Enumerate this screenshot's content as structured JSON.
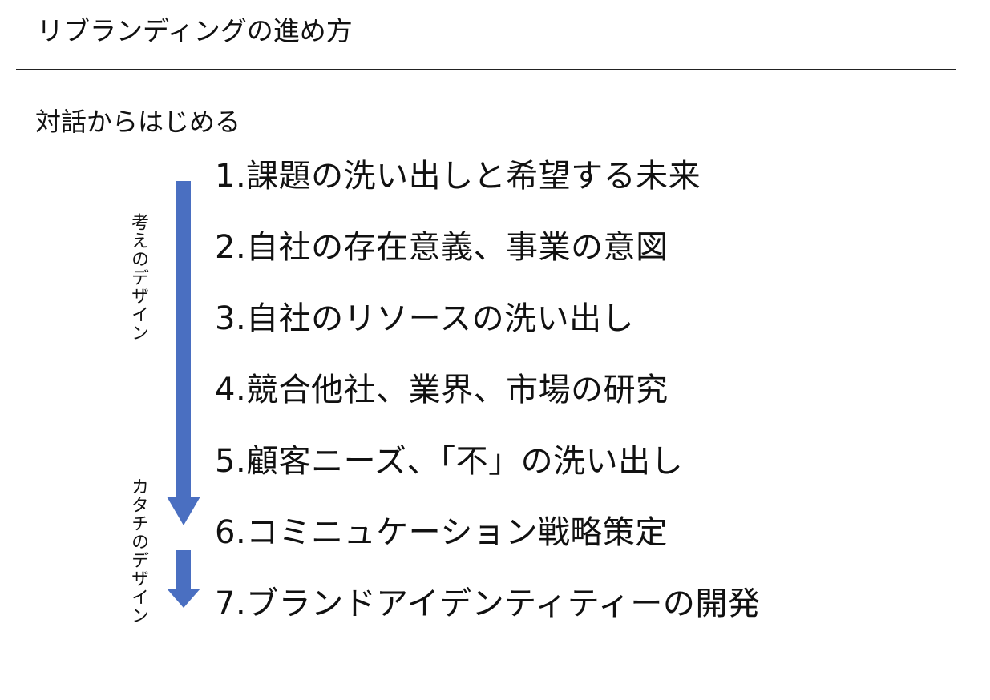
{
  "slide": {
    "title": "リブランディングの進め方",
    "subtitle": "対話からはじめる"
  },
  "steps": [
    "1.課題の洗い出しと希望する未来",
    "2.自社の存在意義、事業の意図",
    "3.自社のリソースの洗い出し",
    "4.競合他社、業界、市場の研究",
    "5.顧客ニーズ、「不」の洗い出し",
    "6.コミニュケーション戦略策定",
    "7.ブランドアイデンティティーの開発"
  ],
  "phases": {
    "thinking": "考えのデザイン",
    "form": "カタチのデザイン"
  },
  "colors": {
    "arrow": "#4A6FC1",
    "rule": "#222222",
    "text": "#111111"
  }
}
